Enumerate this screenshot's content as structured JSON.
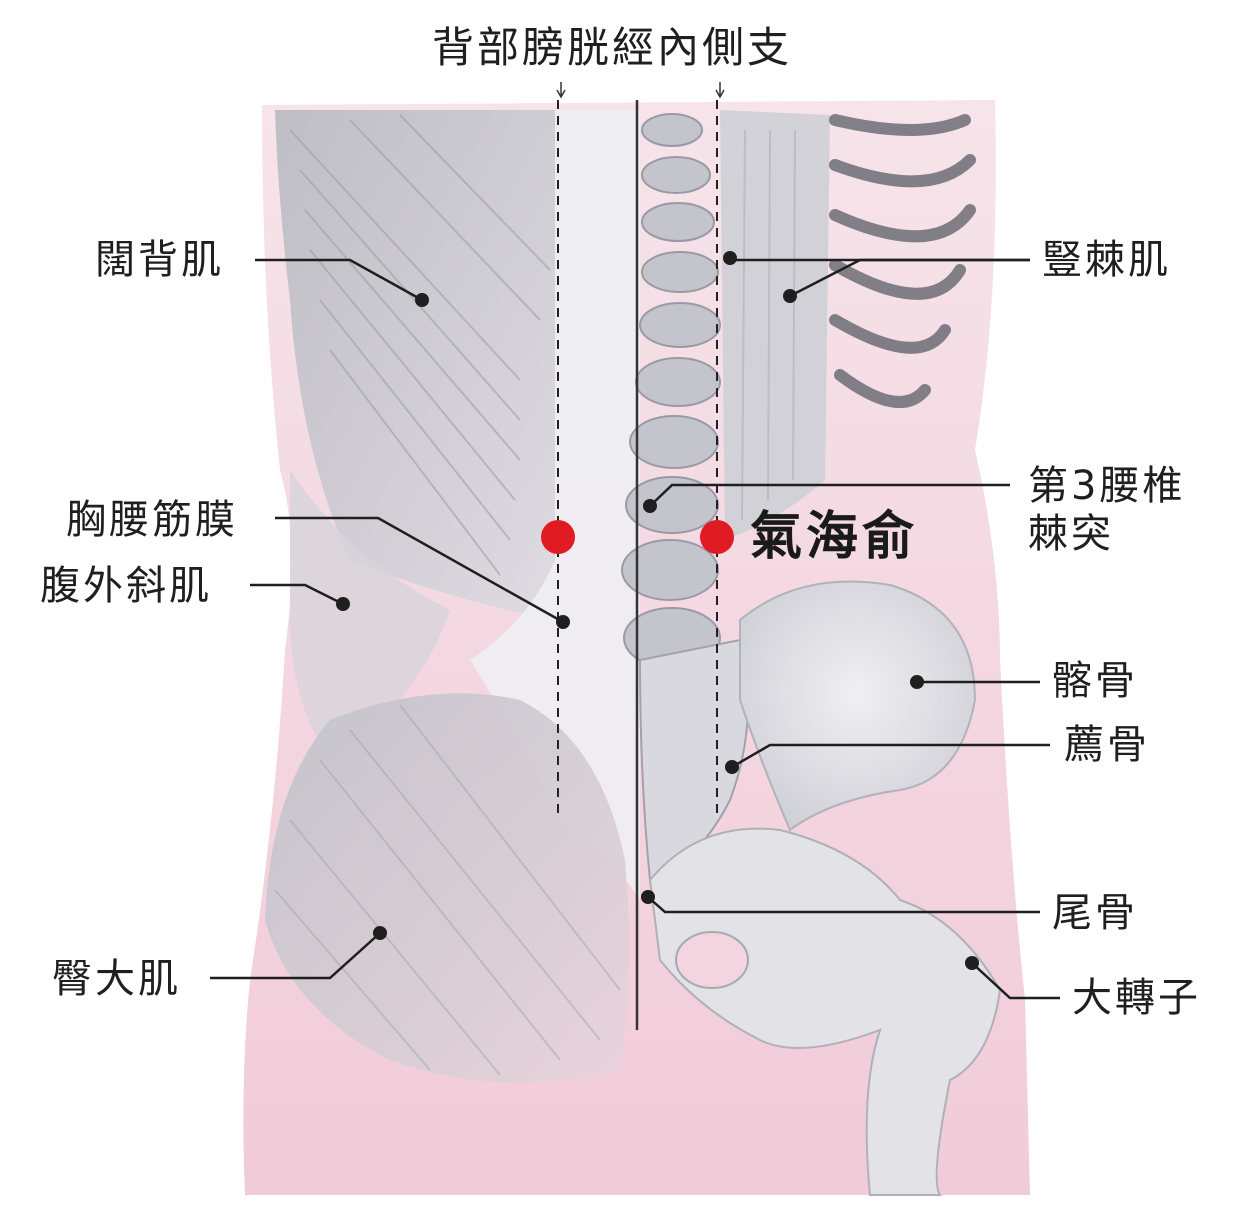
{
  "title": "背部膀胱經內側支",
  "acupoint": {
    "name": "氣海俞",
    "color": "#e01b24"
  },
  "labels": {
    "latissimus": "闊背肌",
    "erector": "豎棘肌",
    "thoracolumbar": "胸腰筋膜",
    "oblique": "腹外斜肌",
    "lumbar3_line1": "第3腰椎",
    "lumbar3_line2": "棘突",
    "ilium": "髂骨",
    "sacrum": "薦骨",
    "coccyx": "尾骨",
    "gluteus": "臀大肌",
    "trochanter": "大轉子"
  },
  "colors": {
    "skin": "#f3d3dd",
    "muscle": "#c9c9cf",
    "bone": "#e4e4e8",
    "line": "#1f1f1f"
  }
}
